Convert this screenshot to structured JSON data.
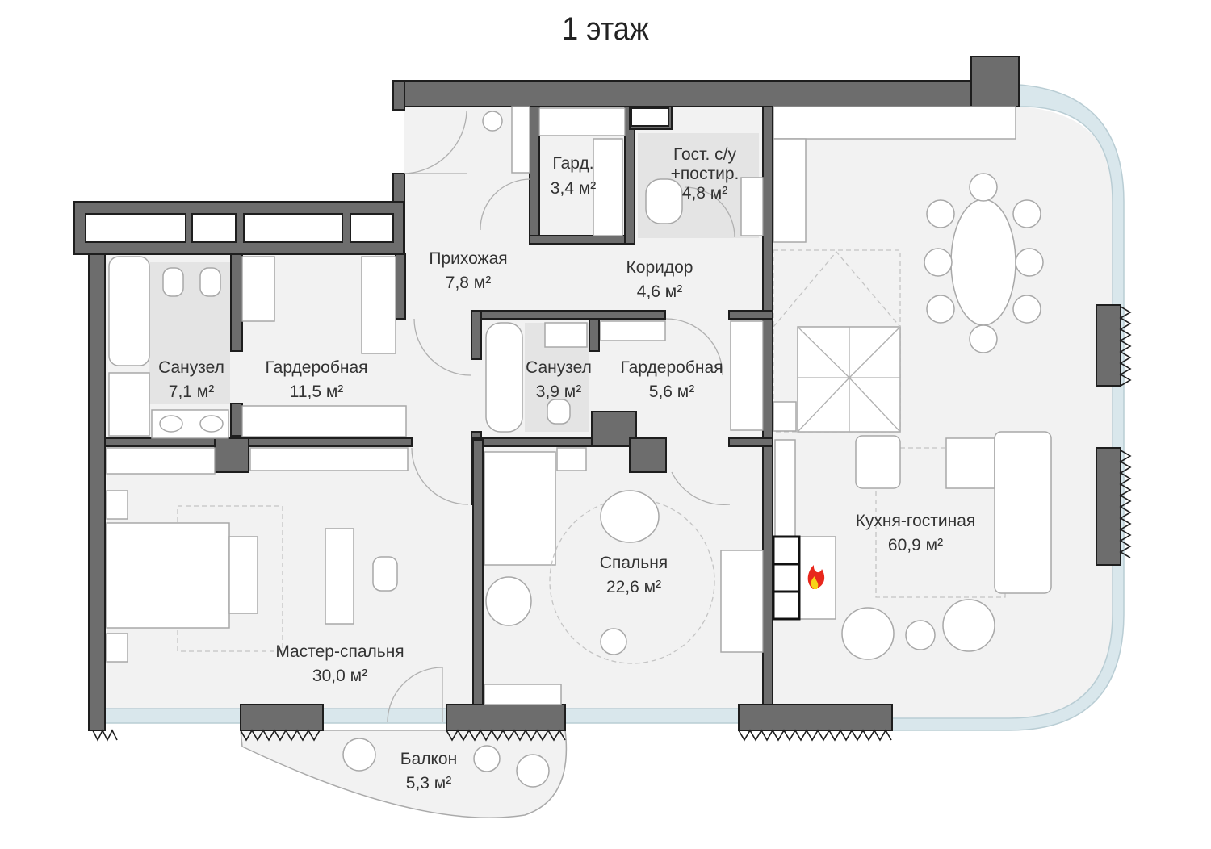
{
  "title": "1 этаж",
  "rooms": [
    {
      "name": "Гард.",
      "area": "3,4 м²"
    },
    {
      "name": "Гост. с/у",
      "name2": "+постир.",
      "area": "4,8 м²"
    },
    {
      "name": "Прихожая",
      "area": "7,8 м²"
    },
    {
      "name": "Коридор",
      "area": "4,6 м²"
    },
    {
      "name": "Санузел",
      "area": "7,1 м²"
    },
    {
      "name": "Гардеробная",
      "area": "11,5 м²"
    },
    {
      "name": "Санузел",
      "area": "3,9 м²"
    },
    {
      "name": "Гардеробная",
      "area": "5,6 м²"
    },
    {
      "name": "Спальня",
      "area": "22,6 м²"
    },
    {
      "name": "Кухня-гостиная",
      "area": "60,9 м²"
    },
    {
      "name": "Мастер-спальня",
      "area": "30,0 м²"
    },
    {
      "name": "Балкон",
      "area": "5,3 м²"
    }
  ],
  "colors": {
    "wall": "#6d6d6d",
    "floor": "#f2f2f2",
    "glass": "#d9e7ec",
    "fire": "#e8271c"
  }
}
